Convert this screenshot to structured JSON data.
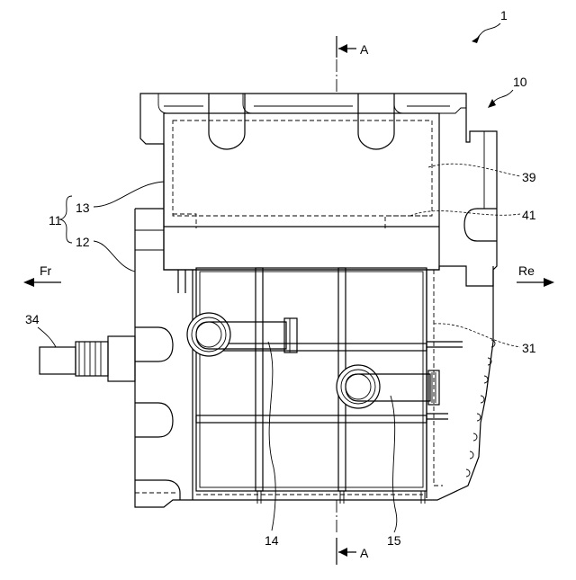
{
  "labels": {
    "ref_1": "1",
    "ref_10": "10",
    "ref_11": "11",
    "ref_12": "12",
    "ref_13": "13",
    "ref_14": "14",
    "ref_15": "15",
    "ref_31": "31",
    "ref_34": "34",
    "ref_39": "39",
    "ref_41": "41",
    "section_top": "A",
    "section_bottom": "A",
    "dir_front": "Fr",
    "dir_rear": "Re"
  }
}
